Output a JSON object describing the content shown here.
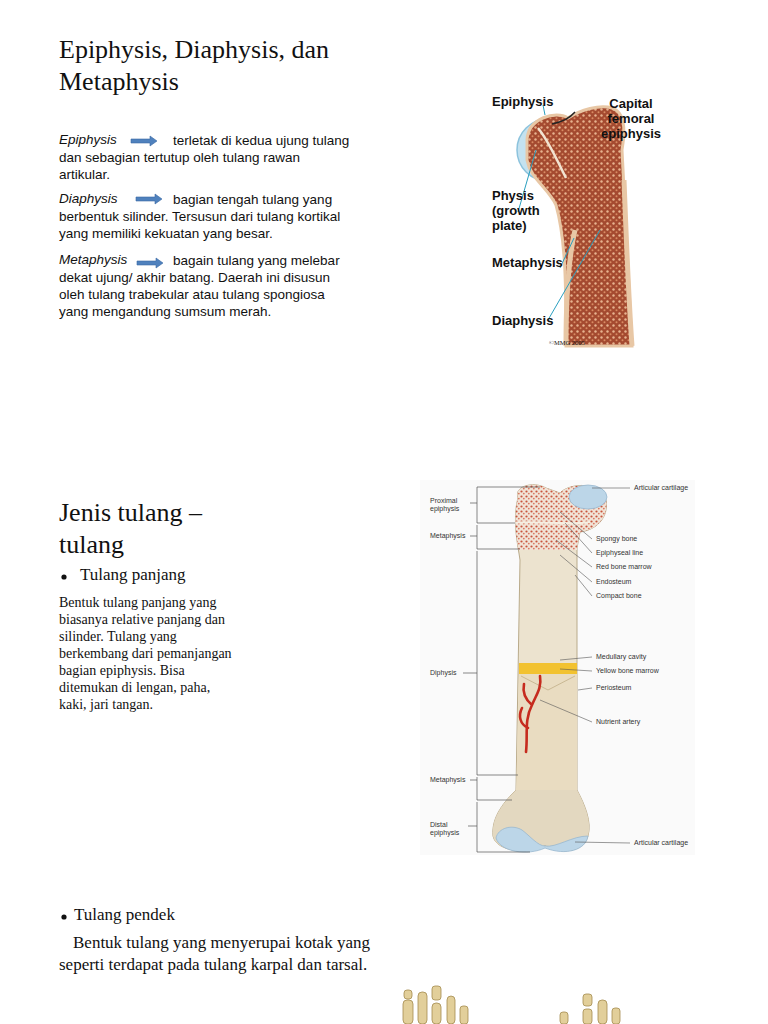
{
  "diagram": {
    "title": "Epiphysis, Diaphysis, dan Metaphysis",
    "labels": [
      "Epiphysis",
      "terletak di kedua ujung tulang dan sebagian tertutup oleh tulang rawan artikular.",
      "Diaphysis",
      "bagian tengah tulang yang berbentuk silinder. Tersusun dari tulang kortikal yang memiliki kekuatan yang besar.",
      "Metaphysis",
      "bagain tulang yang melebar dekat ujung/ akhir batang. Daerah ini disusun oleh tulang trabekular atau tulang spongiosa yang mengandung sumsum merah.",
      "Epiphysis",
      "Capital femoral epiphysis",
      "Physis (growth plate)",
      "Metaphysis",
      "Diaphysis",
      "©MMG 2005",
      "Jenis tulang – tulang",
      "Tulang panjang",
      "Bentuk tulang panjang yang biasanya relative panjang dan silinder. Tulang yang berkembang dari pemanjangan bagian epiphysis. Bisa ditemukan di lengan, paha, kaki, jari tangan.",
      "Proximal epiphysis",
      "Metaphysis",
      "Diphysis",
      "Metaphysis",
      "Distal epiphysis",
      "Articular cartilage",
      "Spongy bone",
      "Epiphyseal line",
      "Red bone marrow",
      "Endosteum",
      "Compact bone",
      "Medullary cavity",
      "Yellow bone marrow",
      "Periosteum",
      "Nutrient artery",
      "Articular cartilage",
      "Tulang pendek",
      "Bentuk tulang yang menyerupai kotak yang seperti terdapat pada tulang karpal dan tarsal."
    ]
  }
}
